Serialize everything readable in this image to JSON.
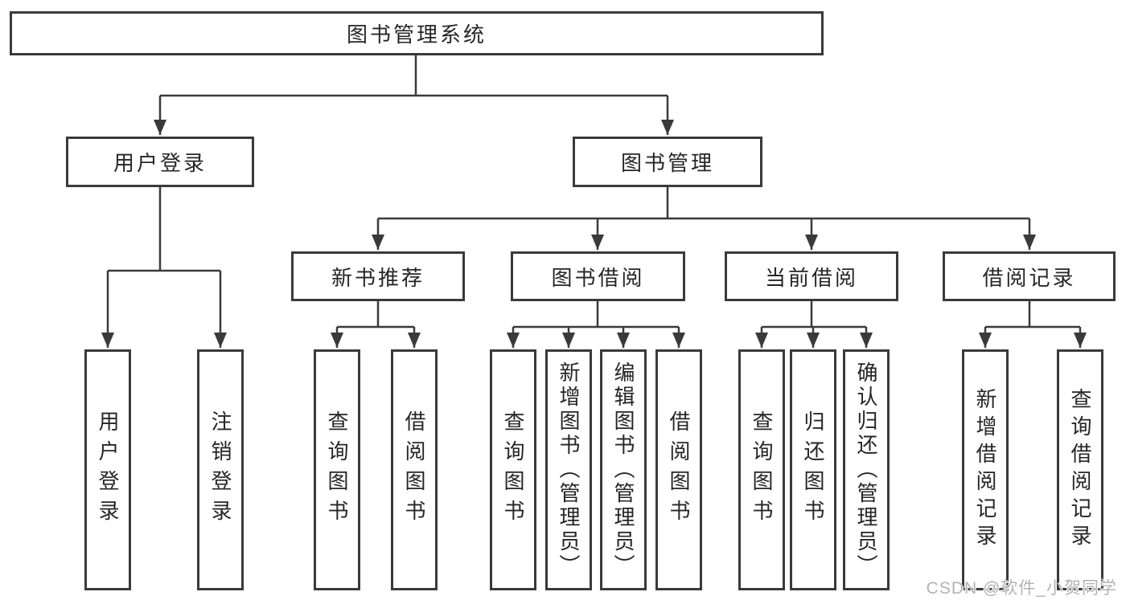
{
  "diagram": {
    "root": {
      "label": "图书管理系统"
    },
    "branches": [
      {
        "label": "用户登录",
        "leaves": [
          "用户登录",
          "注销登录"
        ]
      },
      {
        "label": "图书管理",
        "groups": [
          {
            "label": "新书推荐",
            "leaves": [
              "查询图书",
              "借阅图书"
            ]
          },
          {
            "label": "图书借阅",
            "leaves": [
              "查询图书",
              "新增图书（管理员）",
              "编辑图书（管理员）",
              "借阅图书"
            ]
          },
          {
            "label": "当前借阅",
            "leaves": [
              "查询图书",
              "归还图书",
              "确认归还（管理员）"
            ]
          },
          {
            "label": "借阅记录",
            "leaves": [
              "新增借阅记录",
              "查询借阅记录"
            ]
          }
        ]
      }
    ]
  },
  "watermark": {
    "text": "CSDN @软件_小贺同学"
  },
  "colors": {
    "border": "#3a3a3a",
    "line": "#3a3a3a",
    "text": "#262626",
    "watermark_text": "#b3b3b3",
    "background": "#ffffff"
  }
}
